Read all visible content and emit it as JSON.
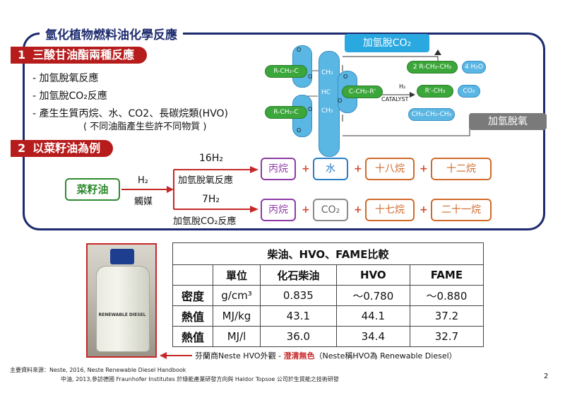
{
  "title": "氫化植物燃料油化學反應",
  "section1": {
    "num": "1",
    "label": "三酸甘油酯兩種反應",
    "bullets": [
      "- 加氫脫氧反應",
      "- 加氫脫CO₂反應",
      "- 產生生質丙烷、水、CO2、長碳烷類(HVO)"
    ],
    "note": "( 不同油脂產生些許不同物質 )"
  },
  "diagram": {
    "co2_box": "加氫脫CO₂",
    "deox_box": "加氫脫氧",
    "rch2c_top": "R-CH₂-C",
    "rch2c_bot": "R-CH₂-C",
    "rch2c_mid": "C-CH₂-R'",
    "ch2_top": "CH₂",
    "hc": "HC",
    "ch2_bot": "CH₂",
    "o_labels": [
      "O",
      "O",
      "O",
      "O",
      "O",
      "O"
    ],
    "h2": "H₂",
    "catalyst": "CATALYST",
    "p1": "2 R-CH₂-CH₃",
    "p1b": "4 H₂O",
    "p2": "R'-CH₃",
    "p2b": "CO₂",
    "p3": "CH₃-CH₂-CH₃"
  },
  "section2": {
    "num": "2",
    "label": "以菜籽油為例",
    "source": "菜籽油",
    "h2": "H₂",
    "catalyst": "觸媒",
    "top_h2": "16H₂",
    "top_reaction": "加氫脫氧反應",
    "bot_h2": "7H₂",
    "bot_reaction": "加氫脫CO₂反應",
    "top_products": [
      "丙烷",
      "水",
      "十八烷",
      "十二烷"
    ],
    "bot_products": [
      "丙烷",
      "CO₂",
      "十七烷",
      "二十一烷"
    ],
    "plus": "+"
  },
  "bottle_label": "RENEWABLE DIESEL",
  "caption_prefix": "芬蘭商Neste HVO外觀 - ",
  "caption_red": "澄清無色",
  "caption_suffix": "（Neste稱HVO為 Renewable Diesel）",
  "table": {
    "title": "柴油、HVO、FAME比較",
    "headers": [
      "單位",
      "化石柴油",
      "HVO",
      "FAME"
    ],
    "rows": [
      {
        "label": "密度",
        "unit": "g/cm³",
        "vals": [
          "0.835",
          "～0.780",
          "～0.880"
        ]
      },
      {
        "label": "熱值",
        "unit": "MJ/kg",
        "vals": [
          "43.1",
          "44.1",
          "37.2"
        ]
      },
      {
        "label": "熱值",
        "unit": "MJ/l",
        "vals": [
          "36.0",
          "34.4",
          "32.7"
        ]
      }
    ]
  },
  "footer": {
    "line1": "主要資料來源：Neste, 2016, Neste Renewable Diesel Handbook",
    "line2": "中油, 2013,參訪德國 Fraunhofer Institutes 於綠能產業研發方向與 Haldor Topsoe 公司於生質能之技術研發",
    "page": "2"
  },
  "colors": {
    "frame": "#1d2b6e",
    "red": "#b71c1c",
    "green": "#2f8a2f",
    "purple": "#8e3aa6",
    "blue": "#2a7dc2",
    "orange": "#d06a2a",
    "gray": "#8a8a8a"
  }
}
